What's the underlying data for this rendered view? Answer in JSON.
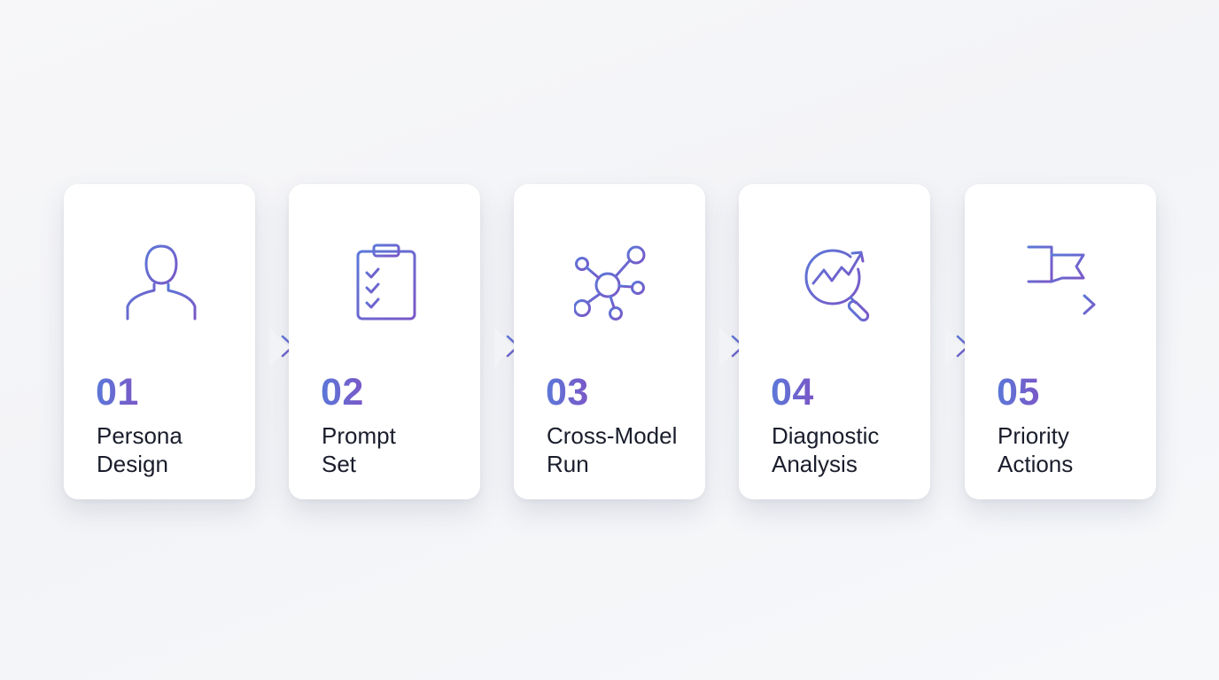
{
  "colors": {
    "gradient_start": "#5b78d8",
    "gradient_end": "#7a57c7",
    "label_text": "#1a1d2b",
    "card_bg": "#ffffff"
  },
  "steps": [
    {
      "number": "01",
      "line1": "Persona",
      "line2": "Design",
      "icon": "person-icon"
    },
    {
      "number": "02",
      "line1": "Prompt",
      "line2": "Set",
      "icon": "checklist-clipboard-icon"
    },
    {
      "number": "03",
      "line1": "Cross-Model",
      "line2": "Run",
      "icon": "network-nodes-icon"
    },
    {
      "number": "04",
      "line1": "Diagnostic",
      "line2": "Analysis",
      "icon": "chart-magnifier-icon"
    },
    {
      "number": "05",
      "line1": "Priority",
      "line2": "Actions",
      "icon": "flag-arrow-icon"
    }
  ]
}
